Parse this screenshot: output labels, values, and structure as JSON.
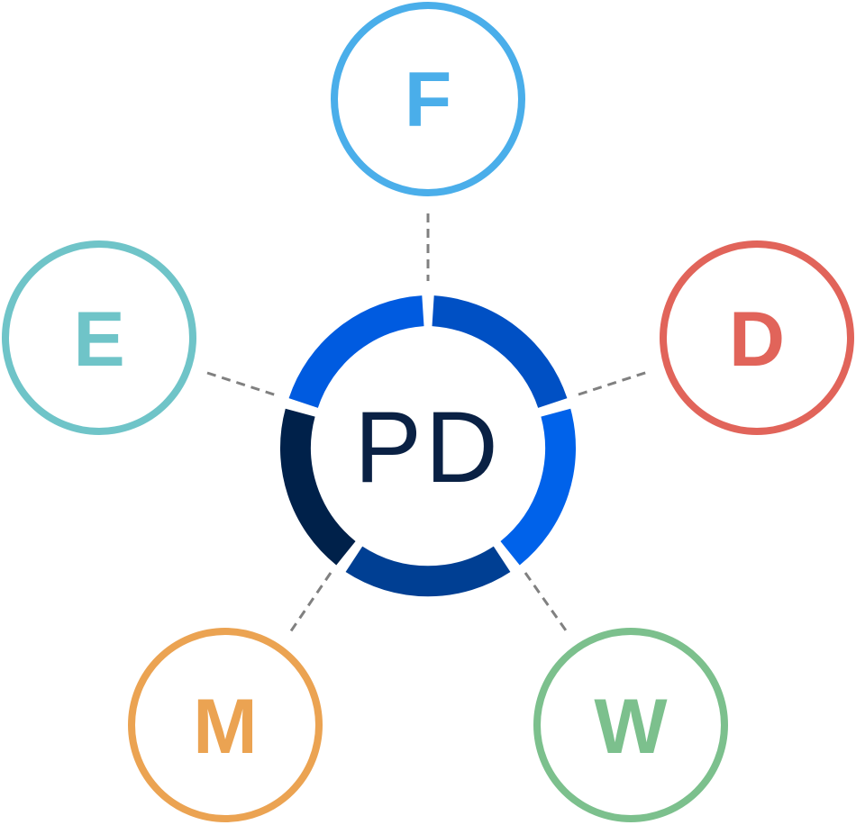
{
  "center": {
    "label": "PD",
    "label_color": "#0a2144",
    "segment_colors": [
      "#005be0",
      "#0050c4",
      "#0062ea",
      "#003f93",
      "#00214a"
    ]
  },
  "connector_color": "#808080",
  "nodes": [
    {
      "id": "f",
      "label": "F",
      "color": "#4aaeea"
    },
    {
      "id": "d",
      "label": "D",
      "color": "#e1645a"
    },
    {
      "id": "w",
      "label": "W",
      "color": "#7cc08d"
    },
    {
      "id": "m",
      "label": "M",
      "color": "#eba352"
    },
    {
      "id": "e",
      "label": "E",
      "color": "#6fc4c8"
    }
  ]
}
